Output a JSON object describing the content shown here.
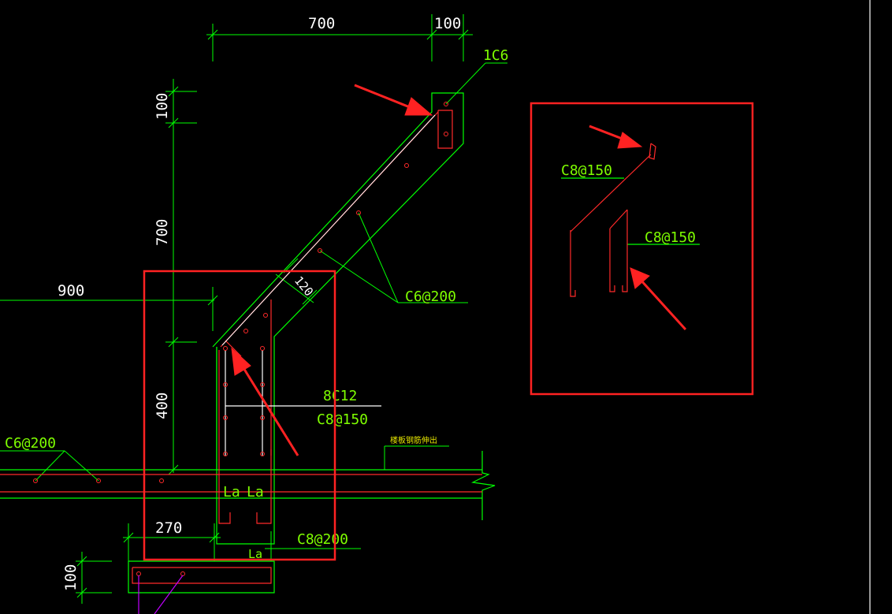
{
  "colors": {
    "background": "#000000",
    "outline": "#00ff00",
    "rebar": "#ff2a2a",
    "dimension_text": "#ffffff",
    "label_text": "#7fff00",
    "annotation_red": "#ff2222",
    "magenta": "#c000ff"
  },
  "dimensions": {
    "top_700": "700",
    "top_100": "100",
    "left_100": "100",
    "left_700": "700",
    "left_400": "400",
    "horiz_900": "900",
    "bottom_270": "270",
    "bottom_100": "100",
    "slab_120": "120"
  },
  "labels": {
    "bar_1c6": "1C6",
    "c6_200_right": "C6@200",
    "c6_200_left": "C6@200",
    "bar_8c12": "8C12",
    "c8_150_main": "C8@150",
    "la_left": "La",
    "la_right": "La",
    "la_bottom": "La",
    "c8_200": "C8@200",
    "small_note": "楼板钢筋伸出"
  },
  "detail": {
    "c8_150_upper": "C8@150",
    "c8_150_lower": "C8@150"
  },
  "icons": [
    "arrow-annotation-icon"
  ]
}
